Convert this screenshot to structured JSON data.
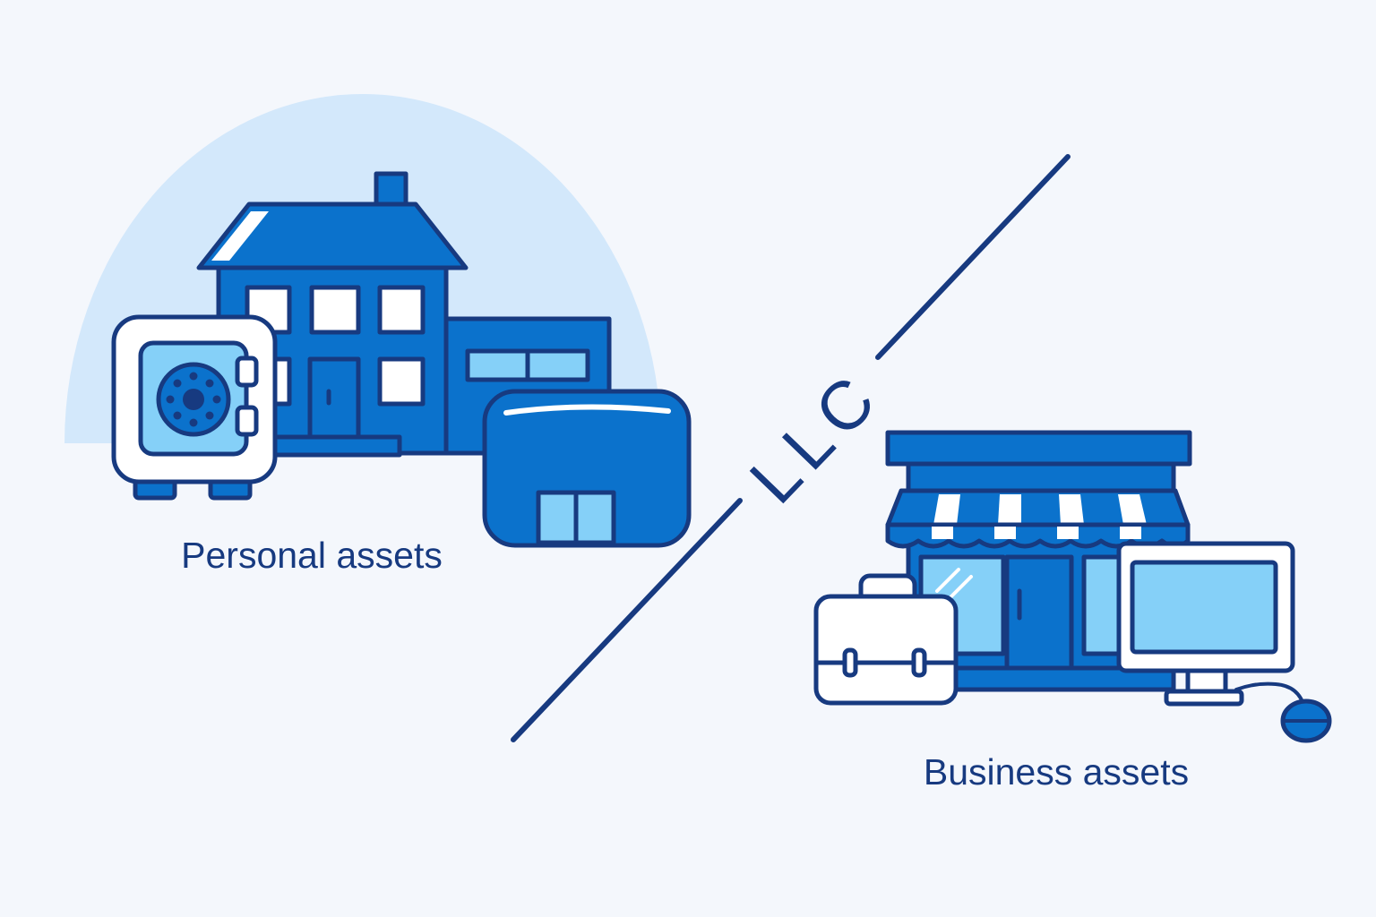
{
  "labels": {
    "personal": "Personal assets",
    "business": "Business assets",
    "separator": "LLC"
  },
  "colors": {
    "background": "#f4f7fc",
    "outline": "#173a80",
    "primary_blue": "#0b72cc",
    "light_blue": "#85d0f8",
    "halo": "#d3e8fb",
    "white": "#ffffff"
  },
  "icons": {
    "personal": [
      "house-icon",
      "safe-icon",
      "car-icon"
    ],
    "business": [
      "storefront-icon",
      "briefcase-icon",
      "computer-monitor-icon",
      "mouse-icon"
    ]
  }
}
